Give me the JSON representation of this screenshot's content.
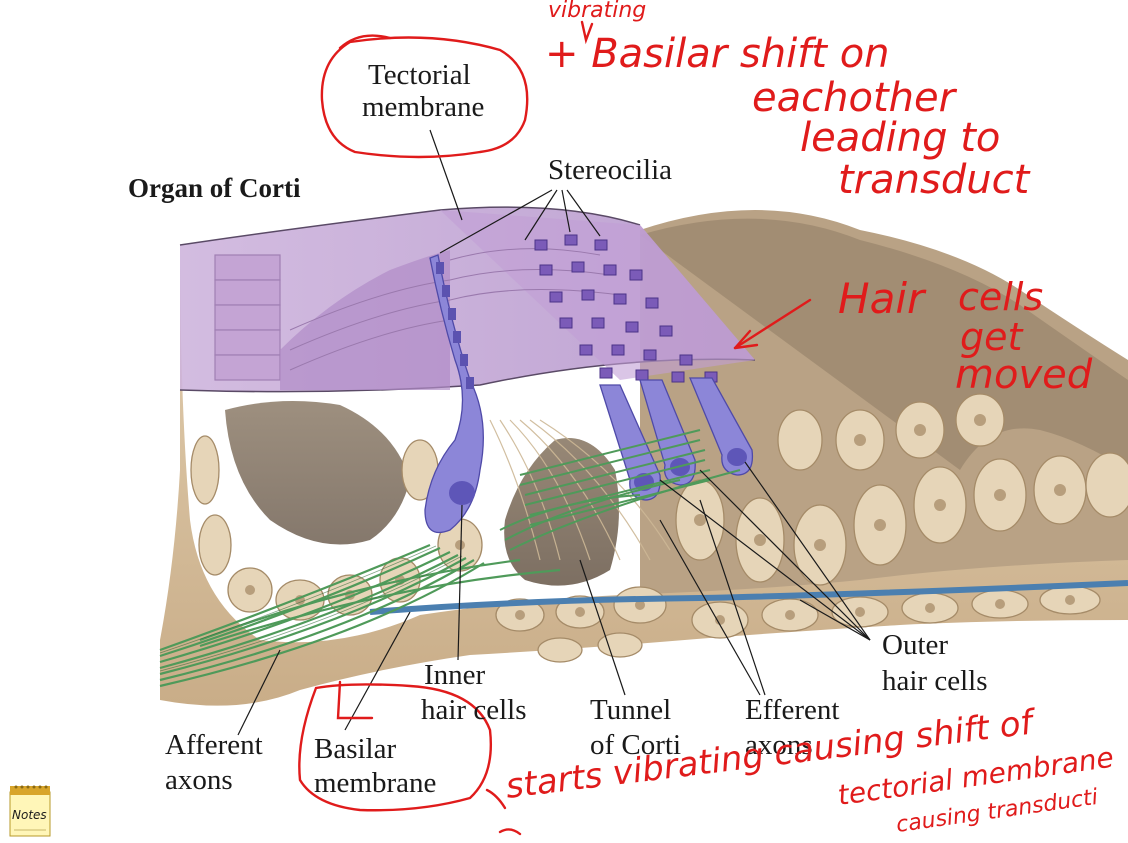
{
  "diagram": {
    "title": "Organ of Corti",
    "labels": {
      "tectorial_line1": "Tectorial",
      "tectorial_line2": "membrane",
      "stereocilia": "Stereocilia",
      "inner_line1": "Inner",
      "inner_line2": "hair cells",
      "tunnel_line1": "Tunnel",
      "tunnel_line2": "of Corti",
      "efferent_line1": "Efferent",
      "efferent_line2": "axons",
      "outer_line1": "Outer",
      "outer_line2": "hair cells",
      "afferent_line1": "Afferent",
      "afferent_line2": "axons",
      "basilar_line1": "Basilar",
      "basilar_line2": "membrane"
    }
  },
  "annotations": {
    "vibrating": "vibrating",
    "basilar_note": [
      "+ Basilar shift on",
      "eachother",
      "leading to",
      "transduct"
    ],
    "hair_cells_note": [
      "Hair",
      "cells",
      "get",
      "moved"
    ],
    "bottom_note_line1": "starts vibrating causing shift of",
    "bottom_note_line2": "tectorial membrane",
    "bottom_note_line3": "causing transducti"
  },
  "notes_button": {
    "label": "Notes"
  },
  "colors": {
    "ink": "#e01b1b",
    "tectorial": "#c7a8d6",
    "hair_cell": "#8c86d8",
    "tissue": "#d9c3a2",
    "axon": "#4f9a5a",
    "basilar_band": "#4b7fb0"
  }
}
